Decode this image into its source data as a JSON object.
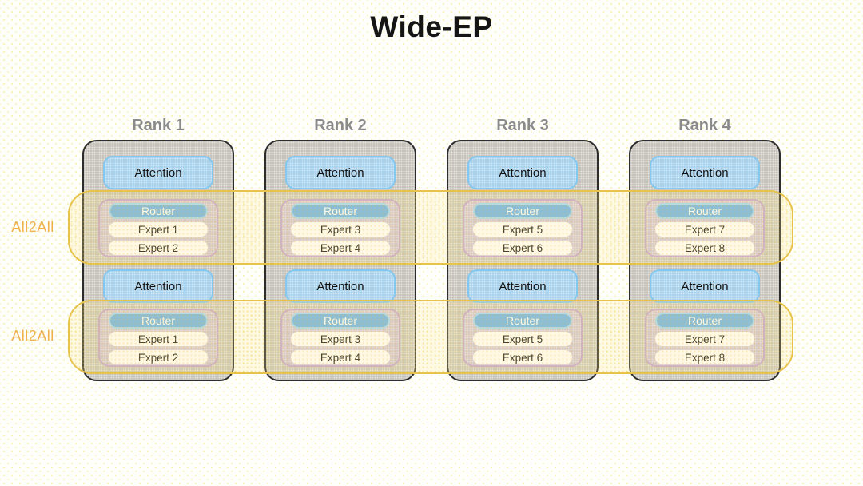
{
  "title": "Wide-EP",
  "ranks": [
    {
      "label": "Rank 1",
      "layers": [
        {
          "attention": "Attention",
          "router": "Router",
          "experts": [
            "Expert 1",
            "Expert 2"
          ]
        },
        {
          "attention": "Attention",
          "router": "Router",
          "experts": [
            "Expert 1",
            "Expert 2"
          ]
        }
      ]
    },
    {
      "label": "Rank 2",
      "layers": [
        {
          "attention": "Attention",
          "router": "Router",
          "experts": [
            "Expert 3",
            "Expert 4"
          ]
        },
        {
          "attention": "Attention",
          "router": "Router",
          "experts": [
            "Expert 3",
            "Expert 4"
          ]
        }
      ]
    },
    {
      "label": "Rank 3",
      "layers": [
        {
          "attention": "Attention",
          "router": "Router",
          "experts": [
            "Expert 5",
            "Expert 6"
          ]
        },
        {
          "attention": "Attention",
          "router": "Router",
          "experts": [
            "Expert 5",
            "Expert 6"
          ]
        }
      ]
    },
    {
      "label": "Rank 4",
      "layers": [
        {
          "attention": "Attention",
          "router": "Router",
          "experts": [
            "Expert 7",
            "Expert 8"
          ]
        },
        {
          "attention": "Attention",
          "router": "Router",
          "experts": [
            "Expert 7",
            "Expert 8"
          ]
        }
      ]
    }
  ],
  "all2all_bands": [
    {
      "label": "All2All"
    },
    {
      "label": "All2All"
    }
  ],
  "colors": {
    "title_text": "#151515",
    "rank_label_text": "#8b8b8b",
    "rank_box_fill": "#c8c4bb",
    "rank_box_border": "#2d2d2d",
    "attention_fill": "#a9d3ec",
    "attention_border": "#84c7ef",
    "moe_fill": "#cfc2d5",
    "moe_border": "#c5a3d1",
    "router_fill": "#6db3ea",
    "router_border": "#a2d6f7",
    "router_text": "#ffffff",
    "expert_fill": "#fffdfe",
    "expert_border": "#d9cfe2",
    "band_border": "#e7c34c",
    "band_fill": "rgba(255,232,138,0.22)",
    "all2all_text": "#f0b14c"
  }
}
